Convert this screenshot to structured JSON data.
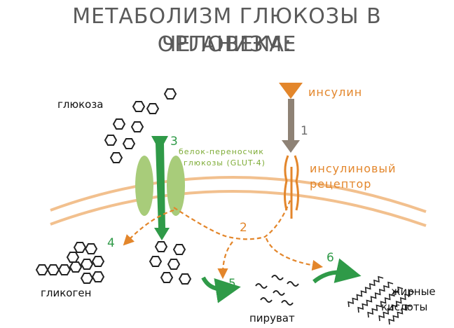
{
  "title": {
    "line1": "МЕТАБОЛИЗМ ГЛЮКОЗЫ В ОРГАНИЗМЕ",
    "line2": "ЧЕЛОВЕКА:"
  },
  "labels": {
    "glucose": "глюкоза",
    "insulin": "инсулин",
    "transporter_line1": "белок-переносчик",
    "transporter_line2": "глюкозы (GLUT-4)",
    "receptor_line1": "инсулиновый",
    "receptor_line2": "рецептор",
    "glycogen": "гликоген",
    "pyruvate": "пируват",
    "fatty_acids_line1": "жирные",
    "fatty_acids_line2": "кислоты"
  },
  "steps": {
    "s1": "1",
    "s2": "2",
    "s3": "3",
    "s4": "4",
    "s5": "5",
    "s6": "6"
  },
  "colors": {
    "orange": "#e3862b",
    "membrane": "#f2c08e",
    "green_dark": "#2f9a48",
    "green_light": "#a8cc7a",
    "gray_arrow": "#8e8275"
  }
}
